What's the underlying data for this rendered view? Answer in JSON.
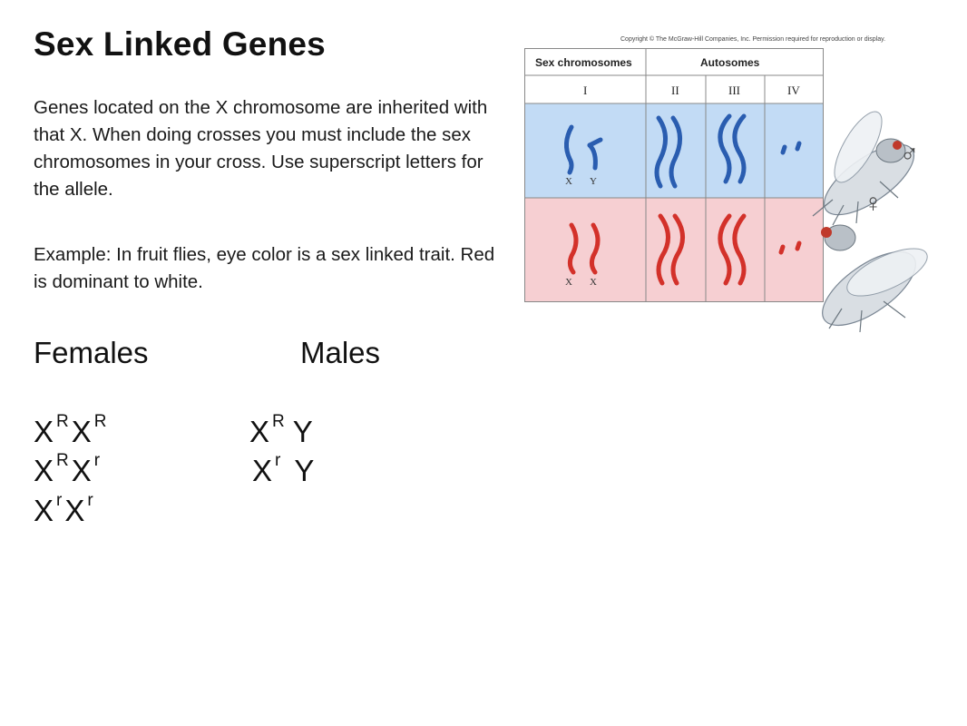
{
  "slide": {
    "title": "Sex Linked Genes",
    "paragraph1": "Genes located on the X chromosome are inherited with that X. When doing crosses you must include the sex chromosomes in your cross. Use superscript letters for the allele.",
    "paragraph2": "Example: In fruit flies, eye color is a sex linked trait. Red is dominant to white.",
    "females_heading": "Females",
    "males_heading": "Males",
    "female_genotypes": [
      {
        "x1": "X",
        "a1": "R",
        "x2": "X",
        "a2": "R"
      },
      {
        "x1": "X",
        "a1": "R",
        "x2": "X",
        "a2": "r"
      },
      {
        "x1": "X",
        "a1": "r",
        "x2": "X",
        "a2": "r"
      }
    ],
    "male_genotypes": [
      {
        "x": "X",
        "a": "R",
        "y": "Y"
      },
      {
        "x": "X",
        "a": "r",
        "y": "Y"
      }
    ]
  },
  "figure": {
    "copyright": "Copyright © The McGraw-Hill Companies, Inc. Permission required for reproduction or display.",
    "header_sex": "Sex chromosomes",
    "header_auto": "Autosomes",
    "col_labels": [
      "I",
      "II",
      "III",
      "IV"
    ],
    "male_labels": [
      "X",
      "Y"
    ],
    "female_labels": [
      "X",
      "X"
    ],
    "male_symbol": "♂",
    "female_symbol": "♀",
    "colors": {
      "male_row": "#c2dbf5",
      "female_row": "#f6cfd2",
      "male_chrom": "#2a5db0",
      "female_chrom": "#d3312a"
    }
  }
}
